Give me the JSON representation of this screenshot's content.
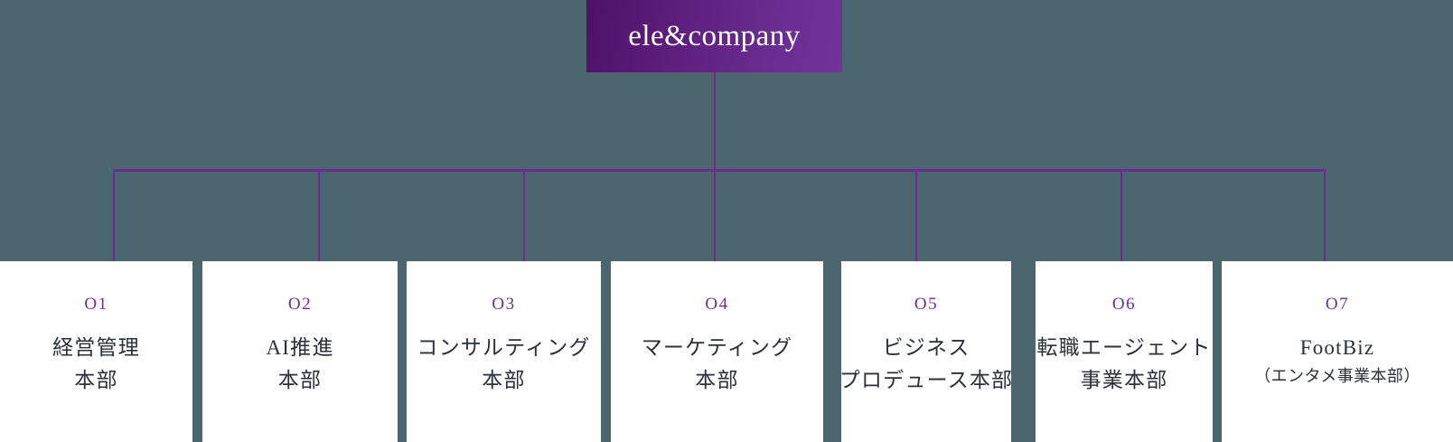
{
  "root": {
    "title": "ele&company"
  },
  "colors": {
    "background": "#4c6670",
    "accent_purple": "#6b2d91",
    "root_gradient_start": "#4d1169",
    "root_gradient_end": "#713398",
    "card_background": "#ffffff",
    "card_text": "#2b3138"
  },
  "departments": [
    {
      "number": "O1",
      "lines": [
        "経営管理",
        "本部"
      ],
      "sub": ""
    },
    {
      "number": "O2",
      "lines": [
        "AI推進",
        "本部"
      ],
      "sub": ""
    },
    {
      "number": "O3",
      "lines": [
        "コンサルティング",
        "本部"
      ],
      "sub": ""
    },
    {
      "number": "O4",
      "lines": [
        "マーケティング",
        "本部"
      ],
      "sub": ""
    },
    {
      "number": "O5",
      "lines": [
        "ビジネス",
        "プロデュース本部"
      ],
      "sub": ""
    },
    {
      "number": "O6",
      "lines": [
        "転職エージェント",
        "事業本部"
      ],
      "sub": ""
    },
    {
      "number": "O7",
      "lines": [
        "FootBiz"
      ],
      "sub": "（エンタメ事業本部）"
    }
  ],
  "layout": {
    "card_lefts": [
      0,
      224,
      450,
      676,
      931,
      1146,
      1352
    ],
    "card_rights": [
      213,
      440,
      665,
      911,
      1119,
      1342,
      1608
    ],
    "drop_xs": [
      125,
      352,
      579,
      790,
      1013,
      1240,
      1465
    ]
  }
}
